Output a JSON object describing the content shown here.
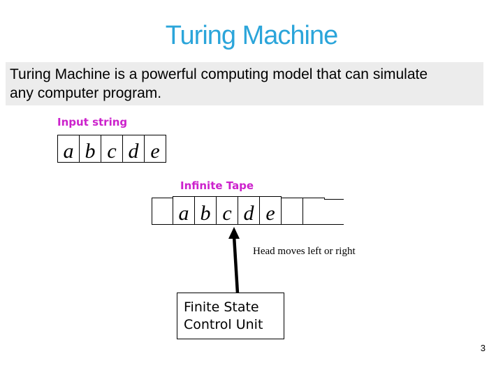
{
  "slide": {
    "title": "Turing Machine",
    "body_lines": [
      "Turing Machine is a powerful computing model that can simulate",
      "any computer program."
    ],
    "page_number": "3"
  },
  "labels": {
    "input_string": "Input string",
    "infinite_tape": "Infinite Tape",
    "head_note": "Head moves left or right",
    "control_unit_line1": "Finite State",
    "control_unit_line2": "Control Unit"
  },
  "input_tape": {
    "cells": [
      "a",
      "b",
      "c",
      "d",
      "e"
    ]
  },
  "infinite_tape": {
    "cells": [
      "",
      "a",
      "b",
      "c",
      "d",
      "e",
      "",
      ""
    ]
  },
  "colors": {
    "title": "#2BA5DA",
    "label_magenta": "#CC22CC",
    "text": "#000000",
    "body_bg": "#ECECEC"
  }
}
